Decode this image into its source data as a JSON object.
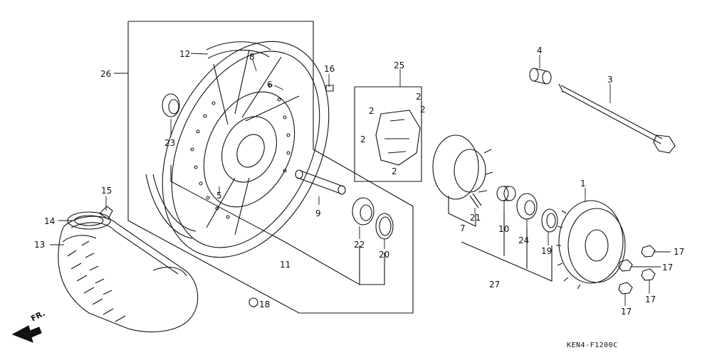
{
  "diagram": {
    "code": "KEN4-F1200C",
    "front_indicator": "FR.",
    "callouts": [
      {
        "id": "c1",
        "text": "1"
      },
      {
        "id": "c2a",
        "text": "2"
      },
      {
        "id": "c2b",
        "text": "2"
      },
      {
        "id": "c2c",
        "text": "2"
      },
      {
        "id": "c2d",
        "text": "2"
      },
      {
        "id": "c2e",
        "text": "2"
      },
      {
        "id": "c3",
        "text": "3"
      },
      {
        "id": "c4",
        "text": "4"
      },
      {
        "id": "c5",
        "text": "5"
      },
      {
        "id": "c6",
        "text": "6"
      },
      {
        "id": "c7",
        "text": "7"
      },
      {
        "id": "c8",
        "text": "8"
      },
      {
        "id": "c9",
        "text": "9"
      },
      {
        "id": "c10",
        "text": "10"
      },
      {
        "id": "c11",
        "text": "11"
      },
      {
        "id": "c12",
        "text": "12"
      },
      {
        "id": "c13",
        "text": "13"
      },
      {
        "id": "c14",
        "text": "14"
      },
      {
        "id": "c15",
        "text": "15"
      },
      {
        "id": "c16",
        "text": "16"
      },
      {
        "id": "c17a",
        "text": "17"
      },
      {
        "id": "c17b",
        "text": "17"
      },
      {
        "id": "c17c",
        "text": "17"
      },
      {
        "id": "c17d",
        "text": "17"
      },
      {
        "id": "c18",
        "text": "18"
      },
      {
        "id": "c19",
        "text": "19"
      },
      {
        "id": "c20",
        "text": "20"
      },
      {
        "id": "c21",
        "text": "21"
      },
      {
        "id": "c22",
        "text": "22"
      },
      {
        "id": "c23",
        "text": "23"
      },
      {
        "id": "c24",
        "text": "24"
      },
      {
        "id": "c25",
        "text": "25"
      },
      {
        "id": "c26",
        "text": "26"
      },
      {
        "id": "c27",
        "text": "27"
      }
    ]
  }
}
